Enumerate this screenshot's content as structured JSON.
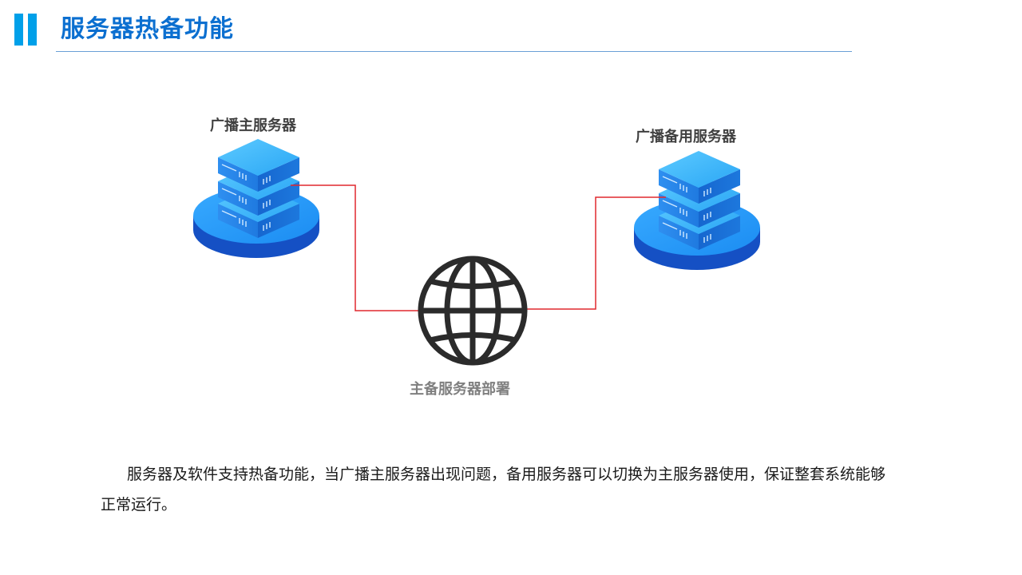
{
  "header": {
    "title": "服务器热备功能"
  },
  "diagram": {
    "primary_server_label": "广播主服务器",
    "backup_server_label": "广播备用服务器",
    "network_caption": "主备服务器部署"
  },
  "description": "服务器及软件支持热备功能，当广播主服务器出现问题，备用服务器可以切换为主服务器使用，保证整套系统能够正常运行。",
  "colors": {
    "accent": "#00a0e9",
    "title": "#0b6fd0",
    "server_blue": "#2b8be8",
    "link_line": "#e0282e",
    "globe": "#2b2b2b"
  }
}
